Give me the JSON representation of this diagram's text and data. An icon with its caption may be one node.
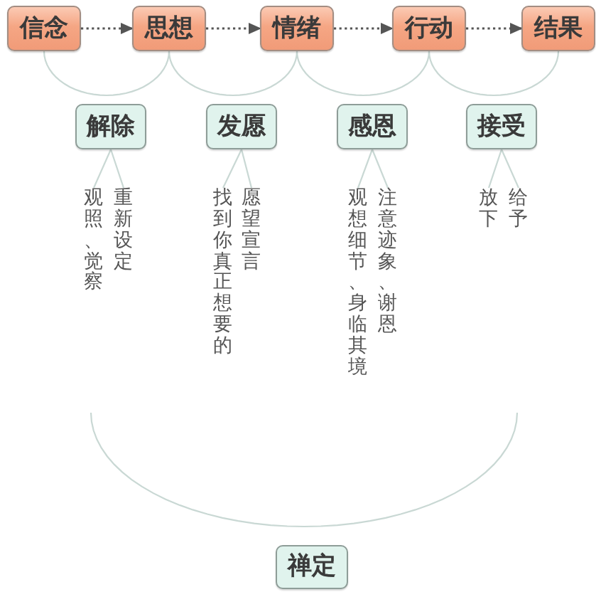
{
  "diagram": {
    "nodes": [
      {
        "text": [
          "信念"
        ]
      },
      {
        "text": [
          "思想"
        ]
      },
      {
        "text": [
          "情绪"
        ]
      },
      {
        "text": [
          "行动"
        ]
      },
      {
        "text": [
          "结果"
        ]
      },
      {
        "text": [
          "解除"
        ]
      },
      {
        "text": [
          "发愿"
        ]
      },
      {
        "text": [
          "感恩"
        ]
      },
      {
        "text": [
          "接受"
        ]
      },
      {
        "text": [
          "重新设定"
        ]
      },
      {
        "text": [
          "观照、觉察"
        ]
      },
      {
        "text": [
          "愿望宣言"
        ]
      },
      {
        "text": [
          "找到你真正想要的"
        ]
      },
      {
        "text": [
          "注意迹象、谢恩"
        ]
      },
      {
        "text": [
          "观想细节、身临其境"
        ]
      },
      {
        "text": [
          "给予"
        ]
      },
      {
        "text": [
          "放下"
        ]
      },
      {
        "text": [
          "禅定"
        ]
      }
    ],
    "edges": [
      {
        "from": 0,
        "to": 1,
        "arrow": "to",
        "style": "dashed",
        "color": "#555555"
      },
      {
        "from": 1,
        "to": 2,
        "arrow": "to",
        "style": "dashed",
        "color": "#555555"
      },
      {
        "from": 2,
        "to": 3,
        "arrow": "to",
        "style": "dashed",
        "color": "#555555"
      },
      {
        "from": 3,
        "to": 4,
        "arrow": "to",
        "style": "dashed",
        "color": "#555555"
      },
      {
        "from": 0,
        "to": 1,
        "arrow": "none"
      },
      {
        "from": 1,
        "to": 2,
        "arrow": "none"
      },
      {
        "from": 2,
        "to": 3,
        "arrow": "none"
      },
      {
        "from": 3,
        "to": 4,
        "arrow": "none"
      },
      {
        "from": 5,
        "to": 9,
        "arrow": "none"
      },
      {
        "from": 5,
        "to": 10,
        "arrow": "none"
      },
      {
        "from": 6,
        "to": 11,
        "arrow": "none"
      },
      {
        "from": 6,
        "to": 12,
        "arrow": "none"
      },
      {
        "from": 7,
        "to": 13,
        "arrow": "none"
      },
      {
        "from": 7,
        "to": 14,
        "arrow": "none"
      },
      {
        "from": 8,
        "to": 15,
        "arrow": "none"
      },
      {
        "from": 8,
        "to": 16,
        "arrow": "none"
      }
    ]
  }
}
